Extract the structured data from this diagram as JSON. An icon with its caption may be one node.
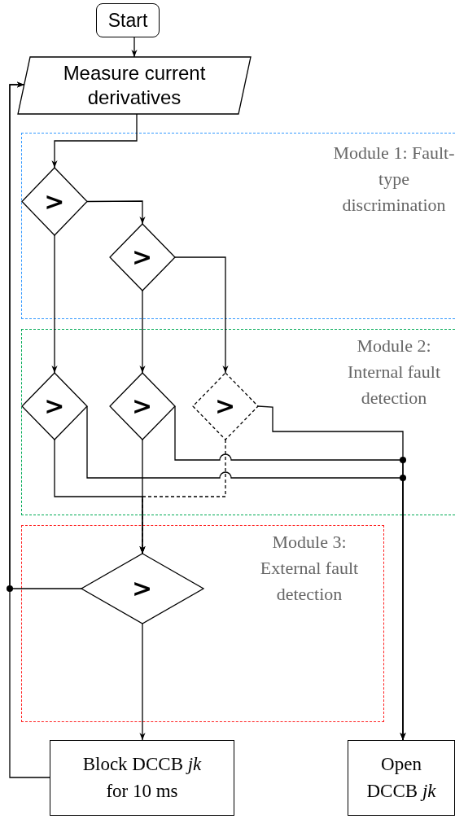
{
  "diagram": {
    "nodes": [
      {
        "text": [
          "Start"
        ]
      },
      {
        "text": [
          "Measure current derivatives"
        ]
      },
      {
        "text": [
          "Module 1: Fault-type discrimination"
        ]
      },
      {
        "text": [
          ">"
        ],
        "in": 2
      },
      {
        "text": [
          ">"
        ],
        "in": 2
      },
      {
        "text": [
          "Module 2: Internal fault detection"
        ]
      },
      {
        "text": [
          ">"
        ],
        "in": 5
      },
      {
        "text": [
          ">"
        ],
        "in": 5
      },
      {
        "text": [
          ">"
        ],
        "in": 5
      },
      {
        "text": [
          "Module 3: External fault detection"
        ]
      },
      {
        "text": [
          ">"
        ],
        "in": 9
      },
      {
        "text": [
          "Block DCCB *jk* for 10 ms"
        ]
      },
      {
        "text": [
          "Open DCCB *jk*"
        ]
      }
    ],
    "edges": [
      {
        "from": 0,
        "to": 1,
        "arrow": "to"
      },
      {
        "from": 1,
        "to": 3,
        "arrow": "to"
      },
      {
        "from": 3,
        "to": 4,
        "arrow": "to"
      },
      {
        "from": 3,
        "to": 6,
        "arrow": "to"
      },
      {
        "from": 4,
        "to": 7,
        "arrow": "to"
      },
      {
        "from": 4,
        "to": 8,
        "arrow": "to"
      },
      {
        "from": 6,
        "to": 12,
        "arrow": "to"
      },
      {
        "from": 7,
        "to": 12,
        "arrow": "to"
      },
      {
        "from": 8,
        "to": 12,
        "arrow": "to"
      },
      {
        "from": 6,
        "to": 10,
        "arrow": "to"
      },
      {
        "from": 7,
        "to": 10,
        "arrow": "to"
      },
      {
        "from": 8,
        "to": 10,
        "arrow": "to",
        "style": "dashed"
      },
      {
        "from": 10,
        "to": 11,
        "arrow": "to"
      },
      {
        "from": 10,
        "to": 1,
        "arrow": "to"
      },
      {
        "from": 11,
        "to": 1,
        "arrow": "to"
      }
    ]
  }
}
